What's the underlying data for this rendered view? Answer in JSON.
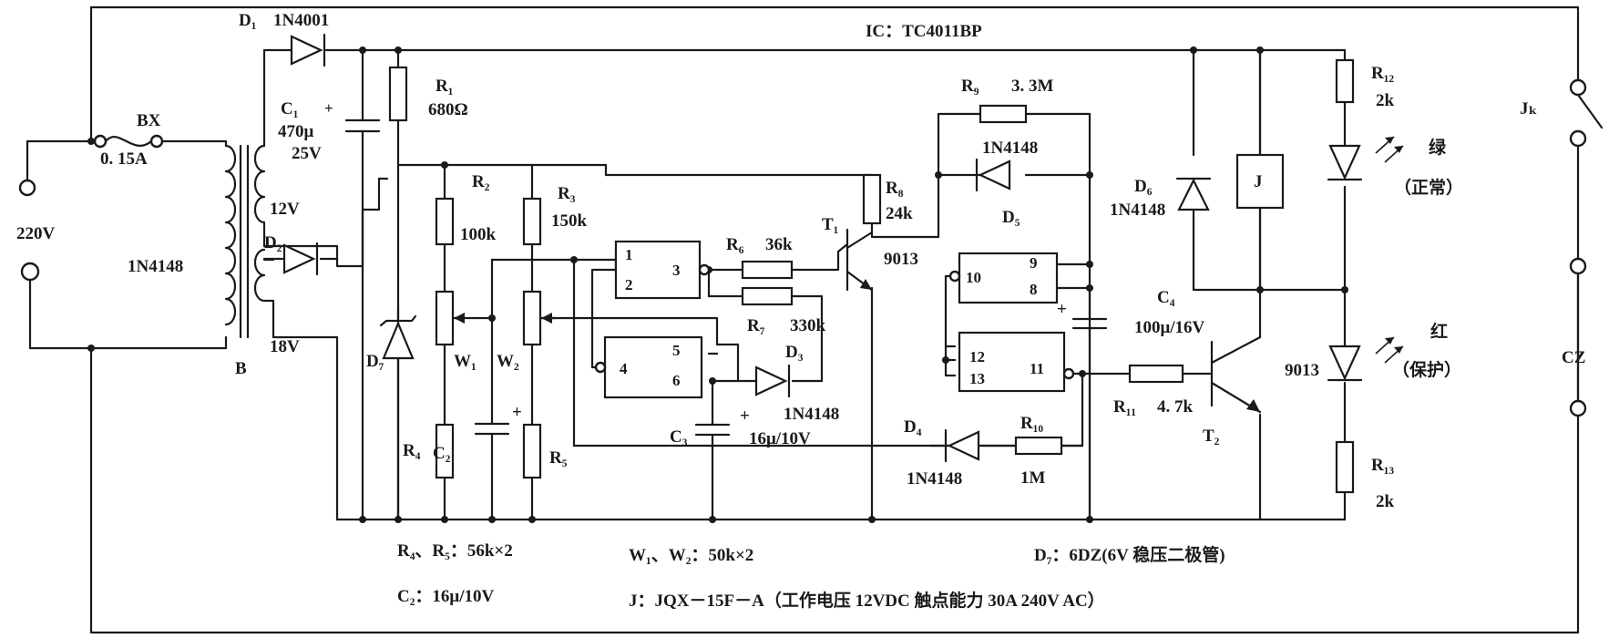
{
  "labels": {
    "d1": "D₁",
    "d1_part": "1N4001",
    "ic": "IC：TC4011BP",
    "bx": "BX",
    "fuse": "0. 15A",
    "c1": "C₁",
    "c1_val": "470μ",
    "c1_volt": "25V",
    "r1": "R₁",
    "r1_val": "680Ω",
    "r9": "R₉",
    "r9_val": "3. 3M",
    "r12": "R₁₂",
    "r12_val": "2k",
    "jk": "Jₖ",
    "green": "绿",
    "normal": "（正常）",
    "v220": "220V",
    "xfmr_diode": "1N4148",
    "v12": "12V",
    "d2": "D₂",
    "r2": "R₂",
    "r2_val": "100k",
    "r3": "R₃",
    "r3_val": "150k",
    "r8": "R₈",
    "r8_val": "24k",
    "t1": "T₁",
    "t1_part": "9013",
    "d5_part": "1N4148",
    "d5": "D₅",
    "d6": "D₆",
    "d6_part": "1N4148",
    "relay": "J",
    "r6": "R₆",
    "r6_val": "36k",
    "r7": "R₇",
    "r7_val": "330k",
    "d3": "D₃",
    "d3_part": "1N4148",
    "c3": "C₃",
    "c3_val": "16μ/10V",
    "c4": "C₄",
    "c4_val": "100μ/16V",
    "red": "红",
    "protect": "（保护）",
    "cz": "CZ",
    "v18": "18V",
    "b": "B",
    "d7": "D₇",
    "w1": "W₁",
    "w2": "W₂",
    "c2": "C₂",
    "r4": "R₄",
    "r5": "R₅",
    "d4": "D₄",
    "d4_part": "1N4148",
    "r10": "R₁₀",
    "r10_val": "1M",
    "r11": "R₁₁",
    "r11_val": "4. 7k",
    "t2": "T₂",
    "t2_part": "9013",
    "r13": "R₁₃",
    "r13_val": "2k",
    "gate_pins": {
      "g1_in1": "1",
      "g1_in2": "2",
      "g1_out": "3",
      "g2_in": "4",
      "g2_in1": "5",
      "g2_in2": "6",
      "g3_in": "10",
      "g3_in1": "9",
      "g3_in2": "8",
      "g4_in1": "12",
      "g4_in2": "13",
      "g4_out": "11"
    },
    "plus": "+"
  },
  "notes": {
    "r4r5": "R₄、R₅：56k×2",
    "w1w2": "W₁、W₂：50k×2",
    "d7": "D₇：6DZ(6V 稳压二极管)",
    "c2": "C₂：16μ/10V",
    "relay": "J：JQX－15F－A（工作电压 12VDC 触点能力 30A  240V  AC）"
  }
}
